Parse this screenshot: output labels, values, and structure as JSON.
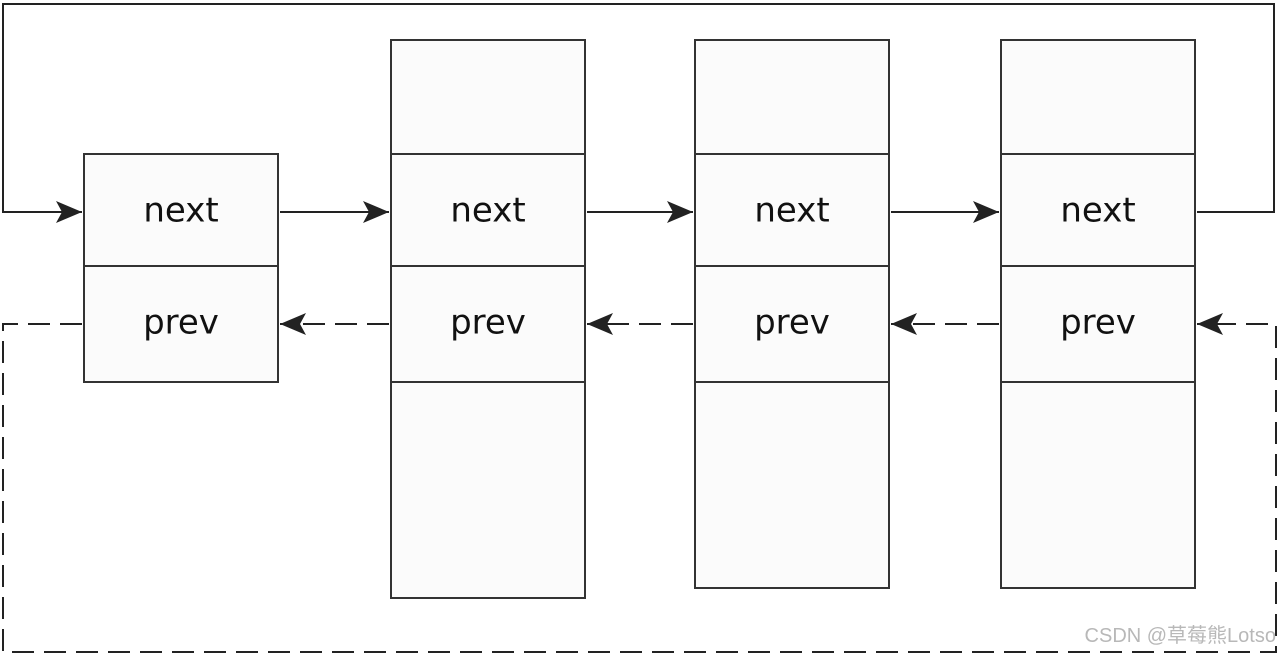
{
  "nodes": [
    {
      "next_label": "next",
      "prev_label": "prev"
    },
    {
      "next_label": "next",
      "prev_label": "prev"
    },
    {
      "next_label": "next",
      "prev_label": "prev"
    },
    {
      "next_label": "next",
      "prev_label": "prev"
    }
  ],
  "links": {
    "next_style": "solid",
    "prev_style": "dashed",
    "color": "#222222"
  },
  "watermark": "CSDN @草莓熊Lotso"
}
